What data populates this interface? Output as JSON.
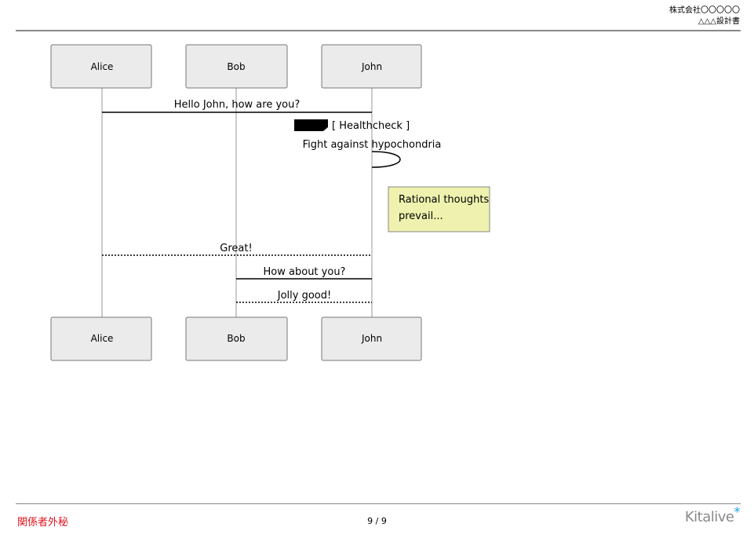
{
  "header": {
    "company": "株式会社〇〇〇〇〇",
    "document": "△△△設計書"
  },
  "diagram": {
    "participants": [
      "Alice",
      "Bob",
      "John"
    ],
    "messages": [
      {
        "label": "Hello John, how are you?",
        "from": "Alice",
        "to": "John",
        "style": "solid"
      },
      {
        "label": "Fight against hypochondria",
        "from": "John",
        "to": "John",
        "style": "self"
      },
      {
        "label": "Great!",
        "from": "John",
        "to": "Alice",
        "style": "dotted"
      },
      {
        "label": "How about you?",
        "from": "Bob",
        "to": "John",
        "style": "solid"
      },
      {
        "label": "Jolly good!",
        "from": "John",
        "to": "Bob",
        "style": "dotted"
      }
    ],
    "group_label": "[ Healthcheck ]",
    "note_lines": [
      "Rational thoughts",
      "prevail..."
    ],
    "colors": {
      "participant_fill": "#ebebeb",
      "note_fill": "#eef2ae"
    }
  },
  "footer": {
    "confidential": "関係者外秘",
    "page": "9 / 9",
    "logo_text": "Kitalive",
    "logo_mark": "*"
  }
}
